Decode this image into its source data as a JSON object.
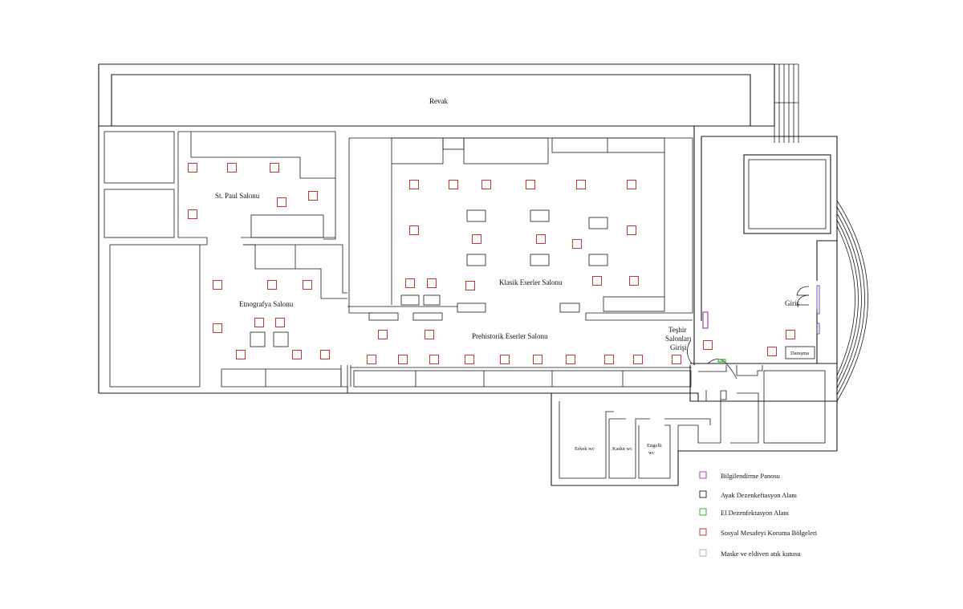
{
  "plan": {
    "rooms": {
      "revak": "Revak",
      "st_paul": "St. Paul Salonu",
      "etnografya": "Etnografya Salonu",
      "klasik": "Klasik Eserler Salonu",
      "prehistorik": "Prehistorik Eserler Salonu",
      "teshir_line1": "Teşhir",
      "teshir_line2": "Salonları",
      "teshir_line3": "Girişi",
      "giris": "Giriş",
      "danisma": "Danışma",
      "erkek_wc": "Erkek wc",
      "kadin_wc": "Kadın wc",
      "engelli_line1": "Engelli",
      "engelli_line2": "wc"
    },
    "colors": {
      "wall": "#1a1a1a",
      "info_board": "#b03cb0",
      "foot_disinfection": "#333333",
      "hand_disinfection": "#2fb52f",
      "social_distance": "#c0392b",
      "waste_box": "#b0b0b0"
    }
  },
  "legend": [
    {
      "label": "Bilgilendirme Panosu",
      "color": "#b03cb0"
    },
    {
      "label": "Ayak Dezenkeftasyon Alanı",
      "color": "#333333"
    },
    {
      "label": "El Dezenfektasyon Alanı",
      "color": "#2fb52f"
    },
    {
      "label": "Sosyal Mesafeyi Koruma Bölgeleri",
      "color": "#c0392b"
    },
    {
      "label": "Maske ve eldiven atık kutusu",
      "color": "#b0b0b0"
    }
  ]
}
